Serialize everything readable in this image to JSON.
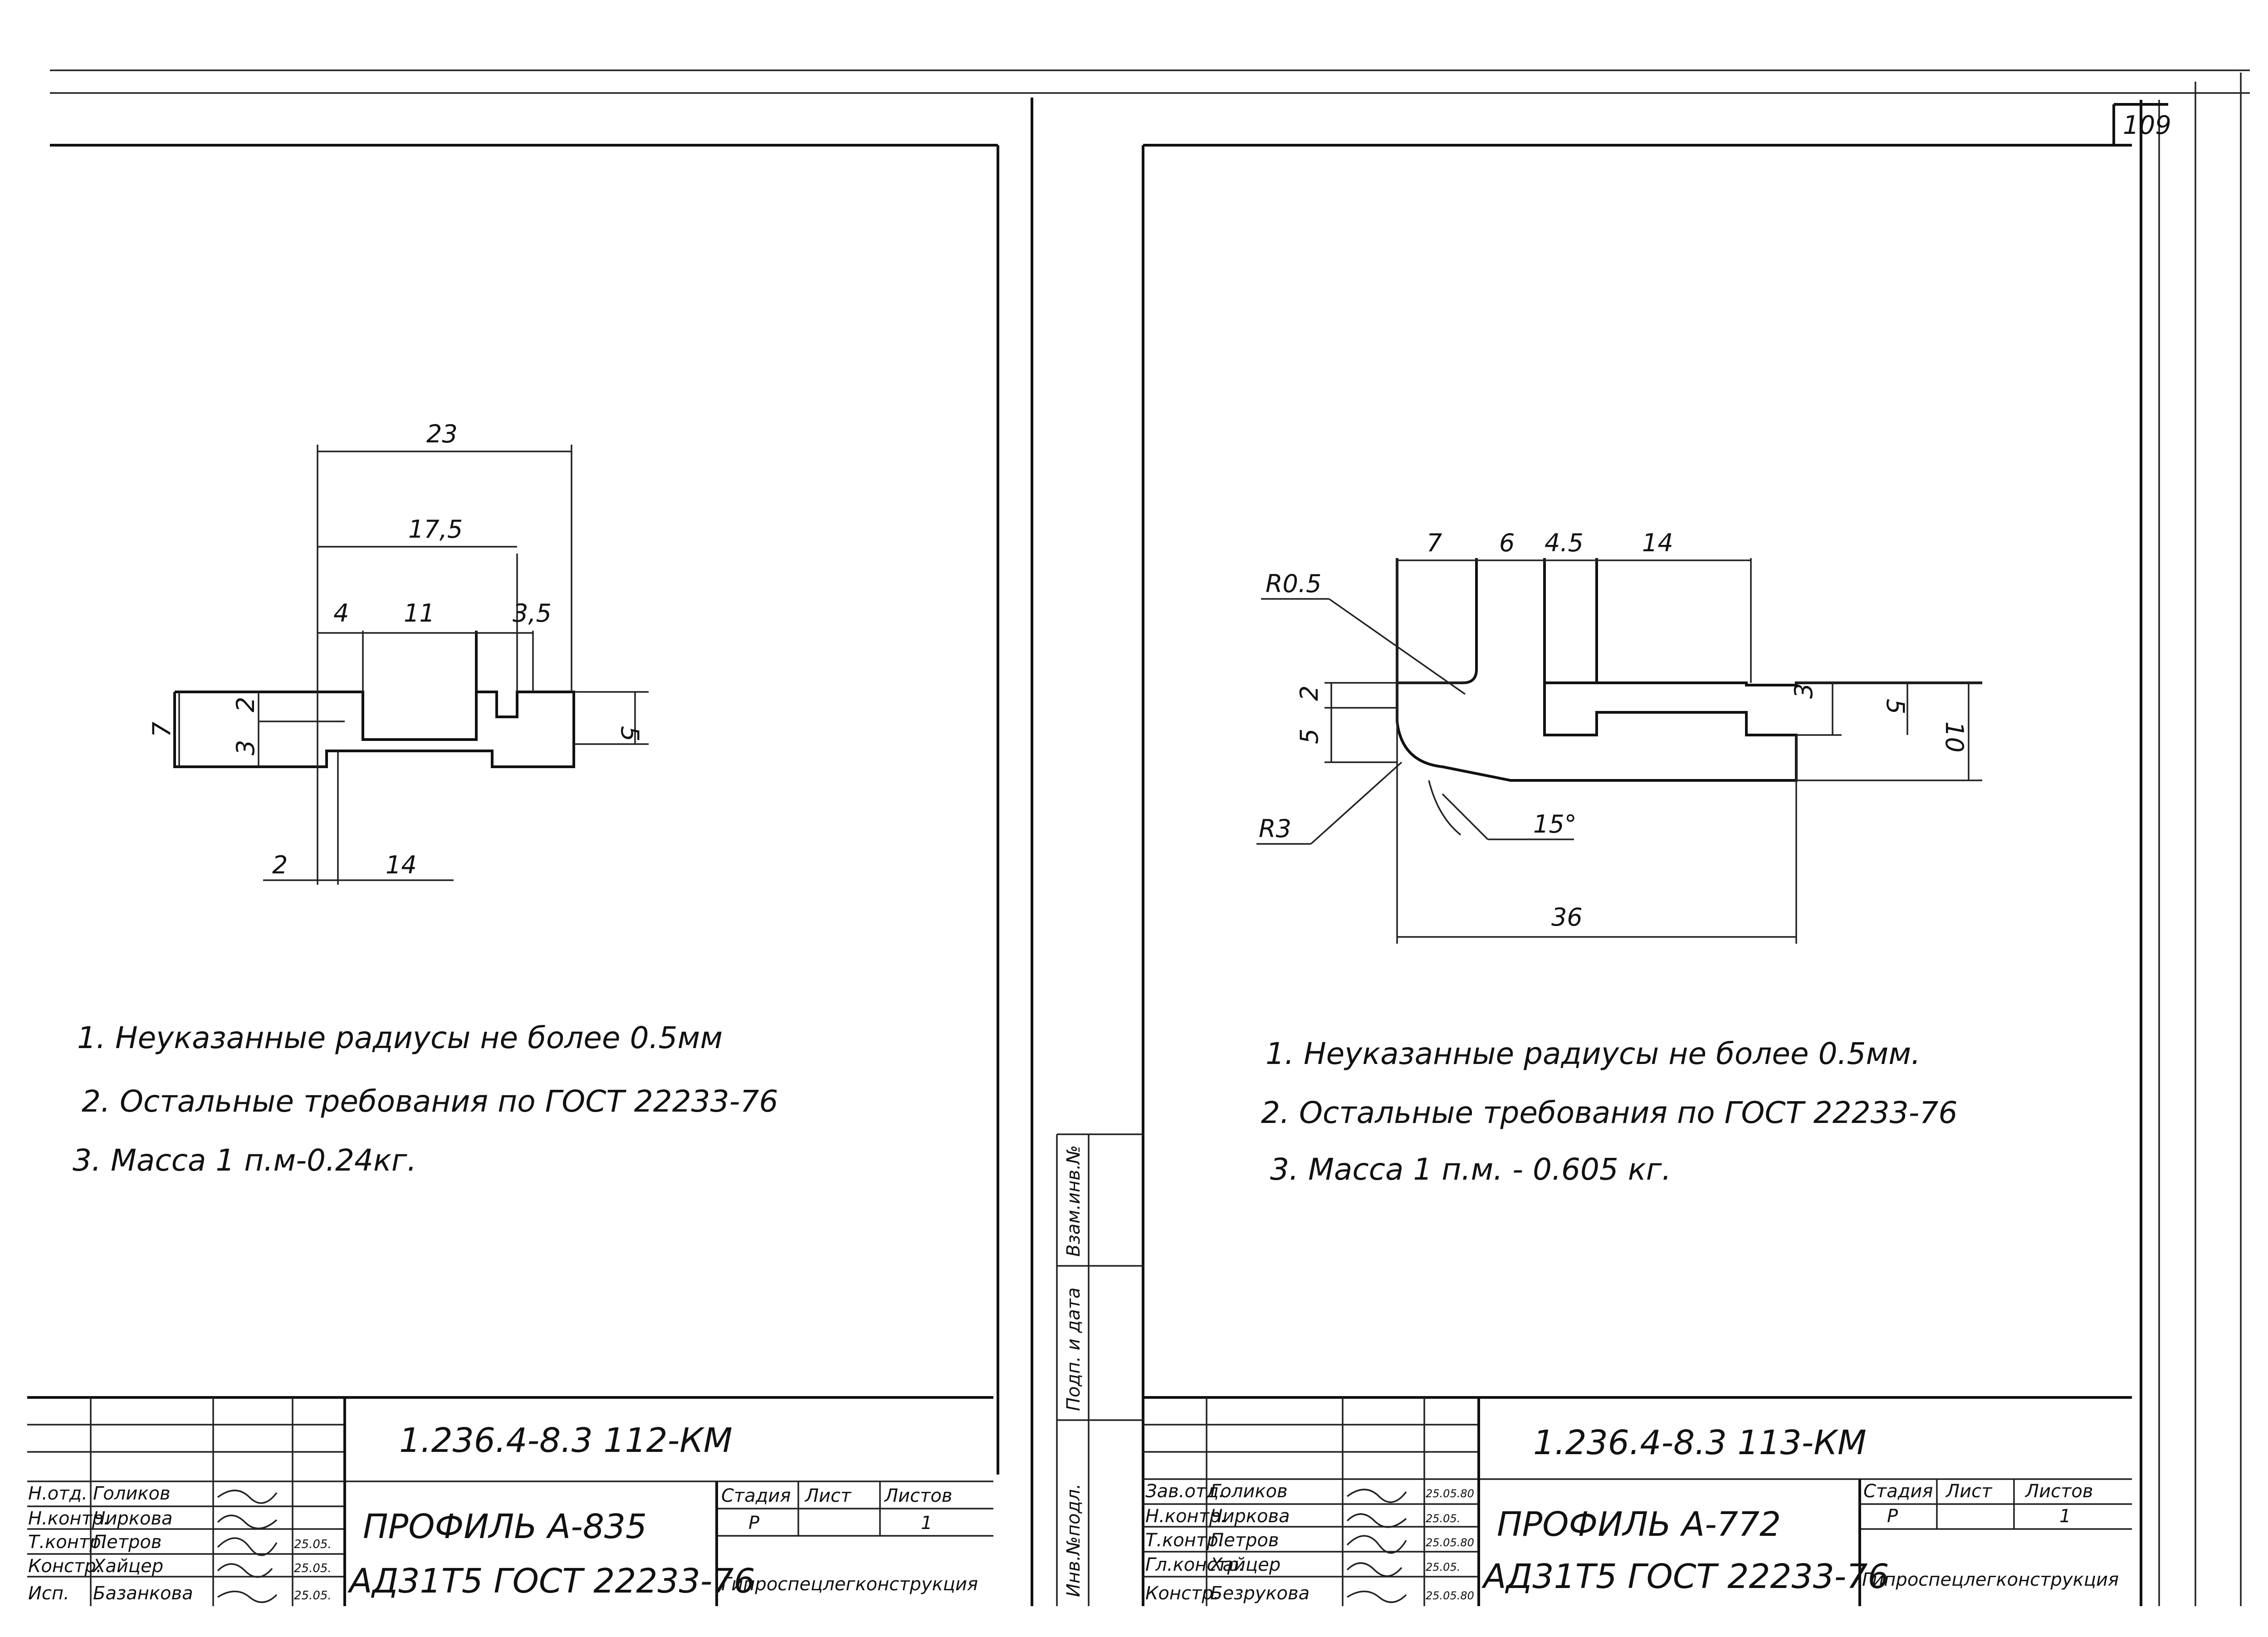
{
  "sheet_number": "109",
  "vertical_stamp": {
    "inv_podl": "Инв.№подл.",
    "podp_data": "Подп. и дата",
    "vzam_inv": "Взам.инв.№"
  },
  "left_sheet": {
    "dims": {
      "d23": "23",
      "d17_5": "17,5",
      "d4": "4",
      "d11": "11",
      "d3_5": "3,5",
      "d7": "7",
      "d2v": "2",
      "d3": "3",
      "d5": "5",
      "d2h": "2",
      "d14": "14"
    },
    "notes": [
      "1. Неуказанные радиусы не более 0.5мм",
      "2. Остальные требования по ГОСТ 22233-76",
      "3. Масса 1 п.м-0.24кг."
    ],
    "title_block": {
      "code": "1.236.4-8.3 112-КМ",
      "title": "ПРОФИЛЬ А-835",
      "material": "АД31Т5 ГОСТ 22233-76",
      "org": "Гипроспецлегконструкция",
      "stage_h": "Стадия",
      "sheet_h": "Лист",
      "sheets_h": "Листов",
      "stage": "Р",
      "sheets": "1",
      "roles": [
        "Н.отд.",
        "Н.контр.",
        "Т.контр.",
        "Констр.",
        "Исп."
      ],
      "names": [
        "Голиков",
        "Чиркова",
        "Петров",
        "Хайцер",
        "Базанкова"
      ],
      "dates": [
        "",
        "",
        "25.05.",
        "25.05.",
        "25.05."
      ]
    }
  },
  "right_sheet": {
    "dims": {
      "d7": "7",
      "d6": "6",
      "d4_5": "4.5",
      "d14": "14",
      "r05": "R0.5",
      "d2": "2",
      "d5a": "5",
      "d3": "3",
      "d5b": "5",
      "d10": "10",
      "r3": "R3",
      "ang": "15°",
      "d36": "36"
    },
    "notes": [
      "1. Неуказанные радиусы не более 0.5мм.",
      "2. Остальные требования по ГОСТ 22233-76",
      "3. Масса 1 п.м. - 0.605 кг."
    ],
    "title_block": {
      "code": "1.236.4-8.3 113-КМ",
      "title": "ПРОФИЛЬ А-772",
      "material": "АД31Т5 ГОСТ 22233-76",
      "org": "Гипроспецлегконструкция",
      "stage_h": "Стадия",
      "sheet_h": "Лист",
      "sheets_h": "Листов",
      "stage": "Р",
      "sheets": "1",
      "roles": [
        "Зав.отд.",
        "Н.контр.",
        "Т.контр.",
        "Гл.констр.",
        "Констр."
      ],
      "names": [
        "Голиков",
        "Чиркова",
        "Петров",
        "Хайцер",
        "Безрукова"
      ],
      "dates": [
        "25.05.80",
        "25.05.",
        "25.05.80",
        "25.05.",
        "25.05.80"
      ]
    }
  }
}
